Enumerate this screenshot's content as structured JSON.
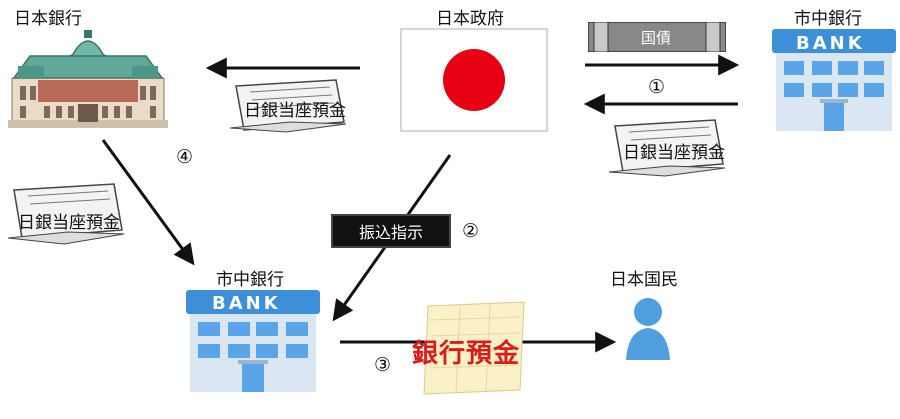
{
  "labels": {
    "boj": "日本銀行",
    "government": "日本政府",
    "bank_top": "市中銀行",
    "bank_bottom": "市中銀行",
    "people": "日本国民",
    "boj_deposit_1": "日銀当座預金",
    "boj_deposit_2": "日銀当座預金",
    "boj_deposit_3": "日銀当座預金",
    "government_bond": "国債",
    "transfer_instruction": "振込指示",
    "bank_deposit": "銀行預金",
    "bank_sign": "BANK",
    "bank_sign_2": "BANK"
  },
  "steps": {
    "one": "①",
    "two": "②",
    "three": "③",
    "four": "④"
  },
  "colors": {
    "flag_red": "#e60012",
    "bank_blue": "#3d8fd8",
    "deposit_red": "#d81b1b",
    "person_blue": "#4f9fe0",
    "arrow": "#111111"
  },
  "icons": [
    "boj-building-icon",
    "japan-flag-icon",
    "bank-building-icon",
    "passbook-icon",
    "bond-certificate-icon",
    "person-icon",
    "deposit-slip-icon"
  ]
}
